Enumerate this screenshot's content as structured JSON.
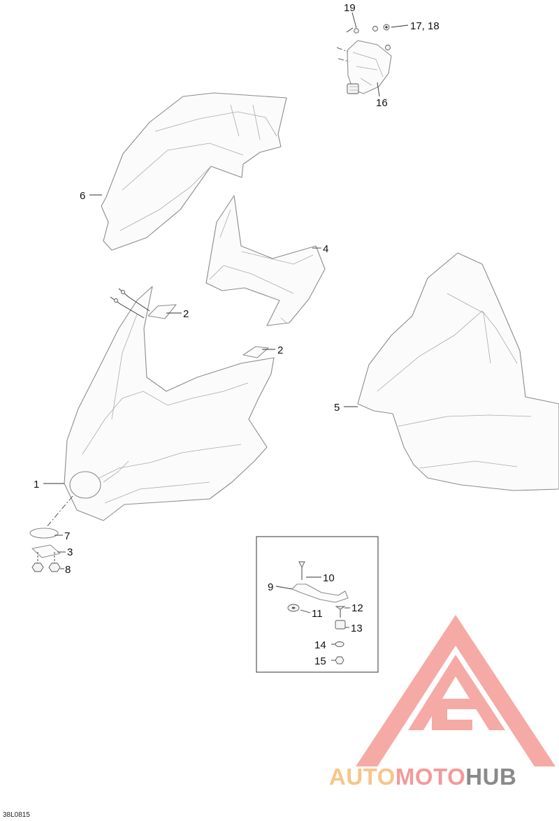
{
  "callouts": {
    "c1": "1",
    "c2a": "2",
    "c2b": "2",
    "c3": "3",
    "c4": "4",
    "c5": "5",
    "c6": "6",
    "c7": "7",
    "c8": "8",
    "c9": "9",
    "c10": "10",
    "c11": "11",
    "c12": "12",
    "c13": "13",
    "c14": "14",
    "c15": "15",
    "c16": "16",
    "c17_18": "17, 18",
    "c19": "19"
  },
  "figure_code": "38L0815",
  "watermark": {
    "part1": "AUTO",
    "part2": "MOTO",
    "part3": "HUB",
    "colors": {
      "auto": "#f7c58a",
      "moto": "#f29a9a",
      "hub": "#8a8a8a",
      "logo": "#f4a19c"
    }
  }
}
